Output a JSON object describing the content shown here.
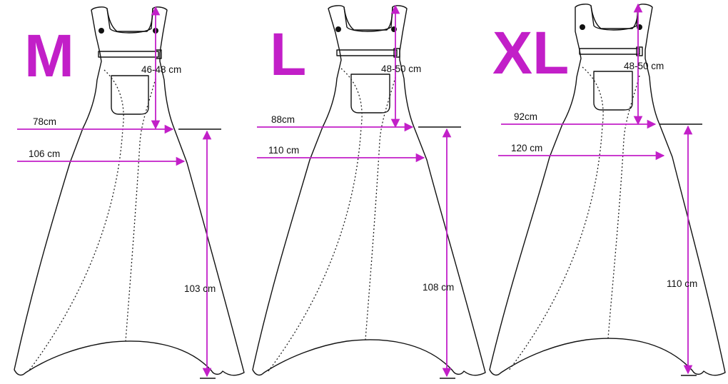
{
  "colors": {
    "accent": "#c21fc8",
    "outline": "#111111",
    "background": "#ffffff"
  },
  "sizes": [
    {
      "size": "M",
      "strap": "46-48 cm",
      "chest": "78cm",
      "hip": "106 cm",
      "length": "103 cm"
    },
    {
      "size": "L",
      "strap": "48-50 cm",
      "chest": "88cm",
      "hip": "110 cm",
      "length": "108  cm"
    },
    {
      "size": "XL",
      "strap": "48-50 cm",
      "chest": "92cm",
      "hip": "120 cm",
      "length": "110 cm"
    }
  ]
}
